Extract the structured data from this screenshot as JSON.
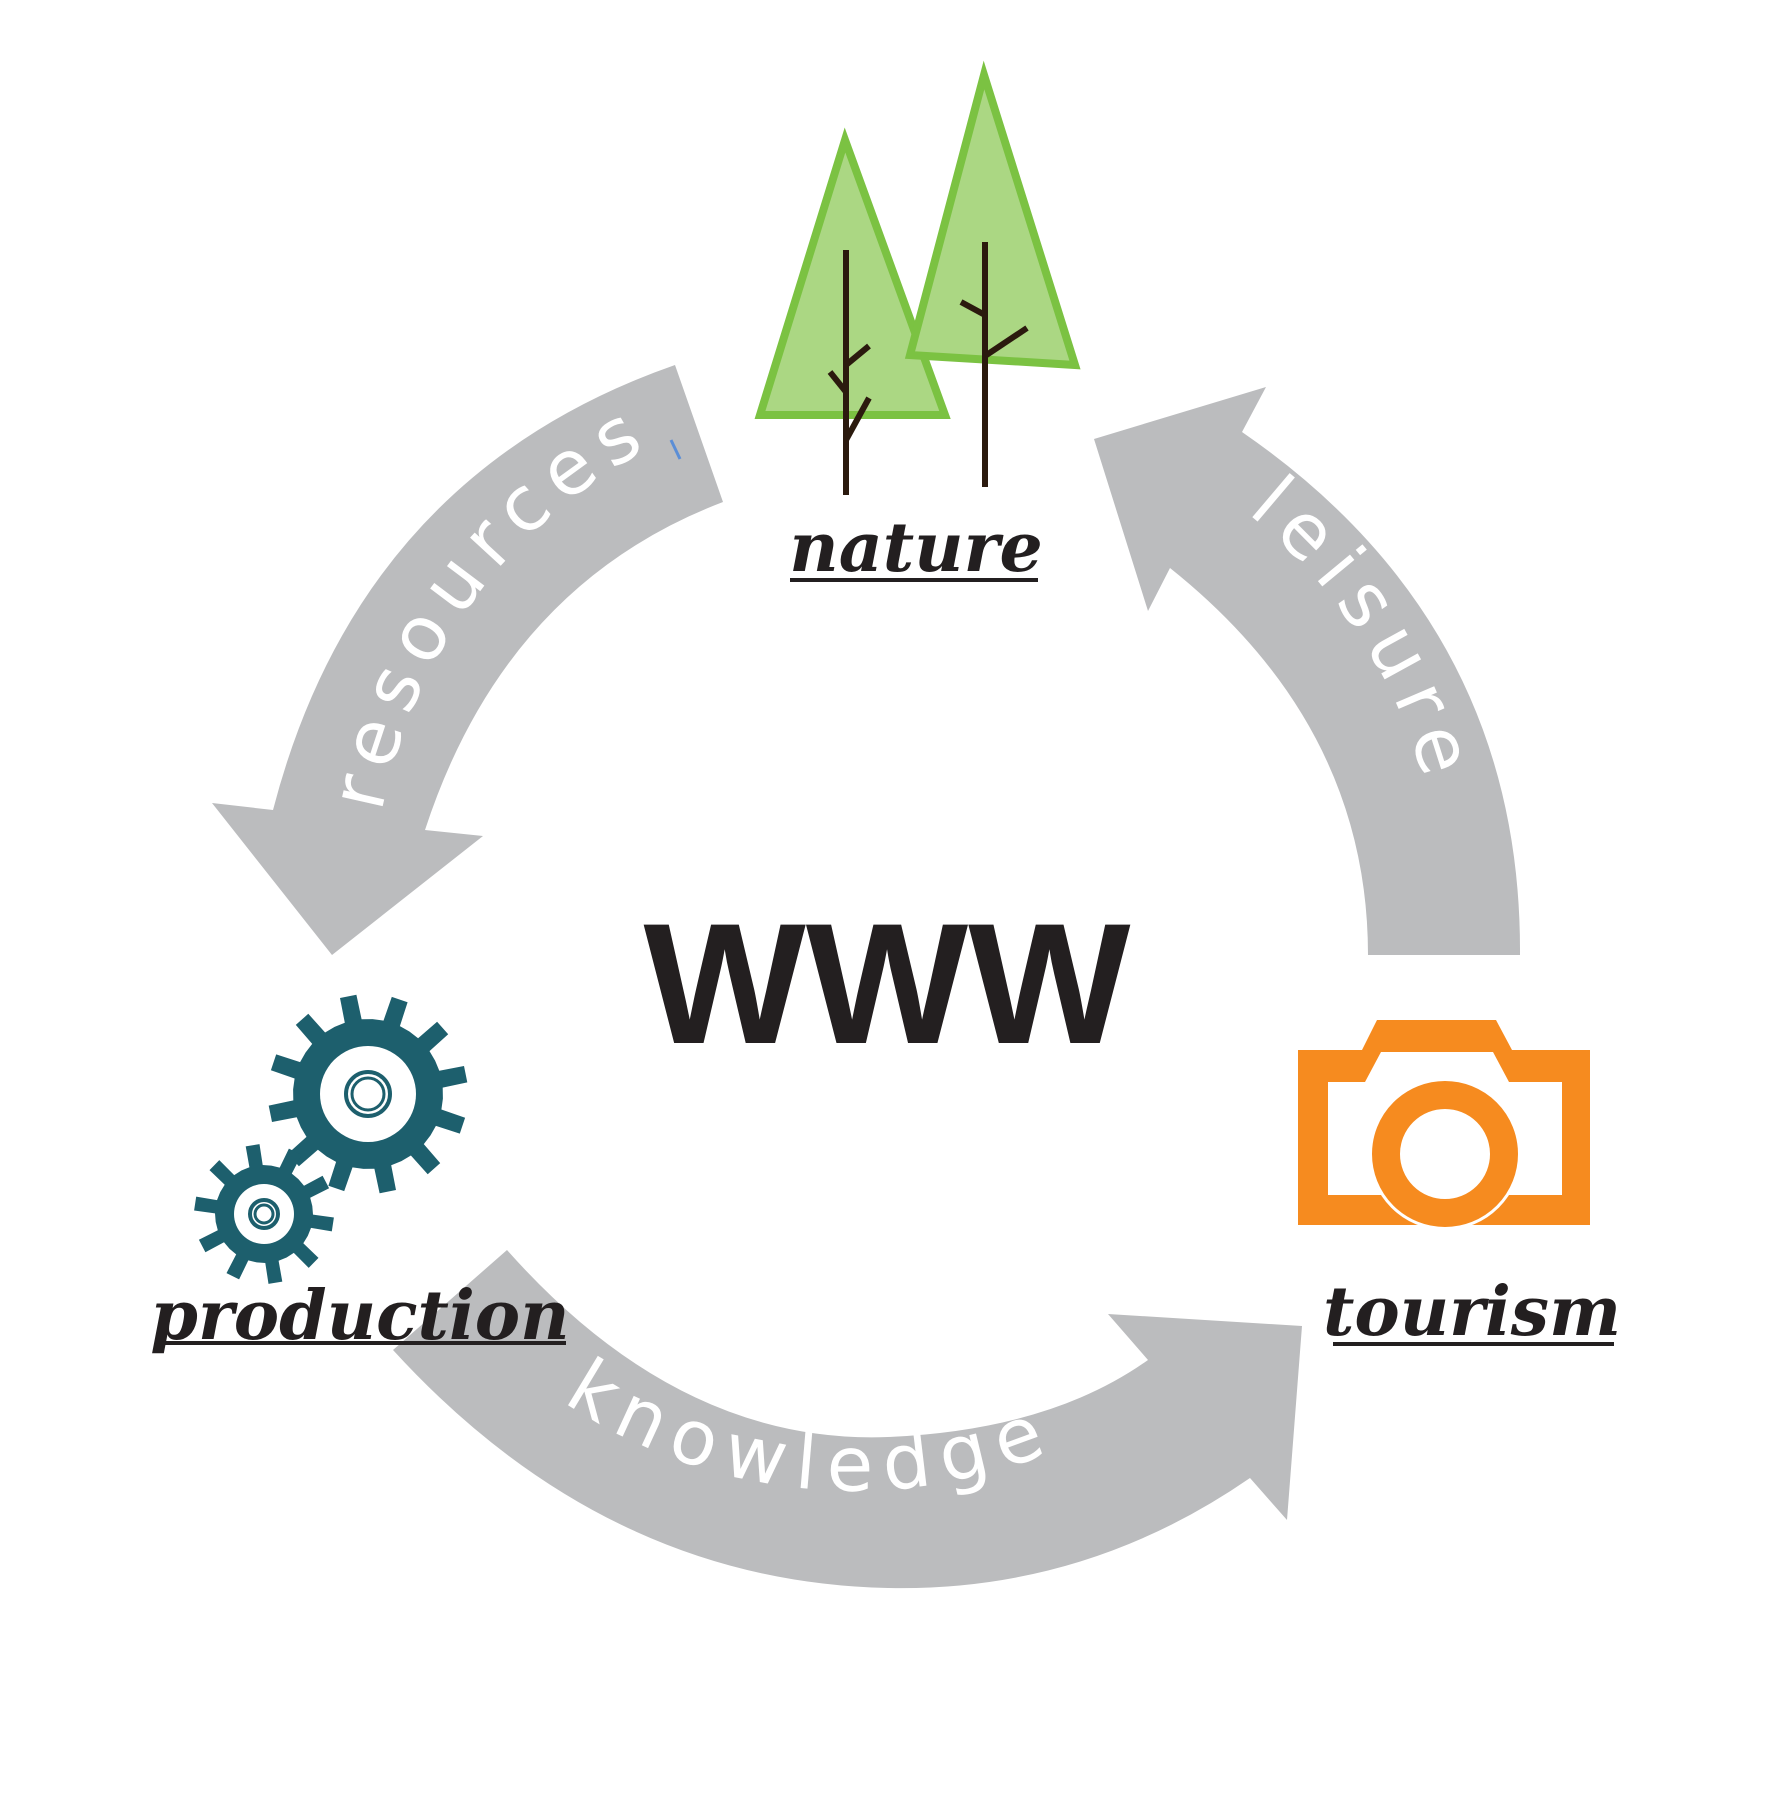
{
  "center": {
    "label": "WWW"
  },
  "nodes": {
    "nature": {
      "label": "nature",
      "icon": "trees-icon"
    },
    "production": {
      "label": "production",
      "icon": "gears-icon"
    },
    "tourism": {
      "label": "tourism",
      "icon": "camera-icon"
    }
  },
  "cycle_arrows": {
    "resources": {
      "label": "resources"
    },
    "leisure": {
      "label": "leisure"
    },
    "knowledge": {
      "label": "knowledge"
    }
  },
  "colors": {
    "arrow": "#bbbcbe",
    "tree_fill": "#abd783",
    "tree_stroke": "#7bc242",
    "trunk": "#2b1a0e",
    "gear": "#1d5f6d",
    "camera": "#f68b1f",
    "text": "#231f20"
  }
}
